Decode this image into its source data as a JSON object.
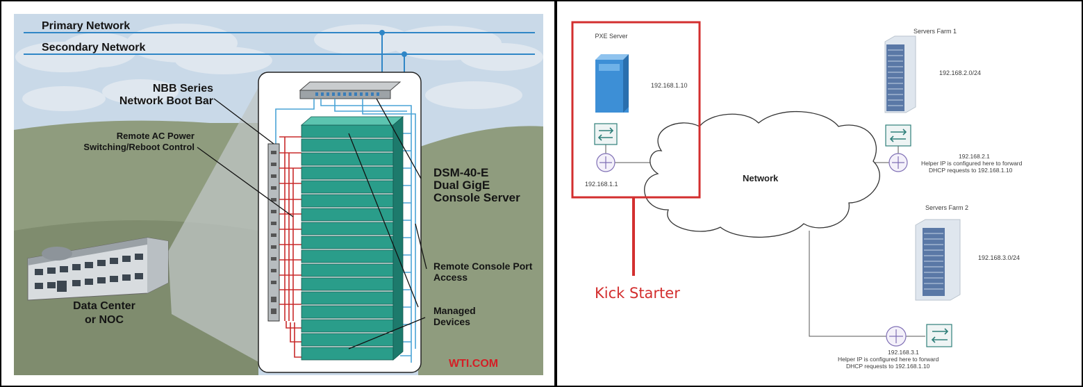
{
  "left_panel": {
    "primary_network": "Primary Network",
    "secondary_network": "Secondary Network",
    "boot_bar_line1": "NBB Series",
    "boot_bar_line2": "Network Boot Bar",
    "ac_power_line1": "Remote AC Power",
    "ac_power_line2": "Switching/Reboot Control",
    "console_server_line1": "DSM-40-E",
    "console_server_line2": "Dual GigE",
    "console_server_line3": "Console Server",
    "console_port_line1": "Remote Console Port",
    "console_port_line2": "Access",
    "managed_line1": "Managed",
    "managed_line2": "Devices",
    "datacenter_line1": "Data Center",
    "datacenter_line2": "or NOC",
    "brand": "WTI.COM",
    "colors": {
      "sky": "#c9d9e8",
      "hill": "#8f9c7e",
      "device_teal": "#2a9d8a",
      "console_cable": "#4aa3d6",
      "power_cable": "#c82a2a",
      "brand_red": "#d41f26"
    }
  },
  "right_panel": {
    "pxe_server": "PXE Server",
    "pxe_ip": "192.168.1.10",
    "router1_ip": "192.168.1.1",
    "network": "Network",
    "kick_starter": "Kick Starter",
    "farm1_title": "Servers Farm 1",
    "farm1_subnet": "192.168.2.0/24",
    "farm1_router_ip": "192.168.2.1",
    "farm1_helper_line1": "Helper IP is configured here to forward",
    "farm1_helper_line2": "DHCP requests to 192.168.1.10",
    "farm2_title": "Servers Farm 2",
    "farm2_subnet": "192.168.3.0/24",
    "farm2_router_ip": "192.168.3.1",
    "farm2_helper_line1": "Helper IP is configured here to forward",
    "farm2_helper_line2": "DHCP requests to 192.168.1.10",
    "colors": {
      "highlight_red": "#d32f2f",
      "server_blue": "#3d8fd6",
      "switch_teal": "#2f7f7a"
    }
  }
}
